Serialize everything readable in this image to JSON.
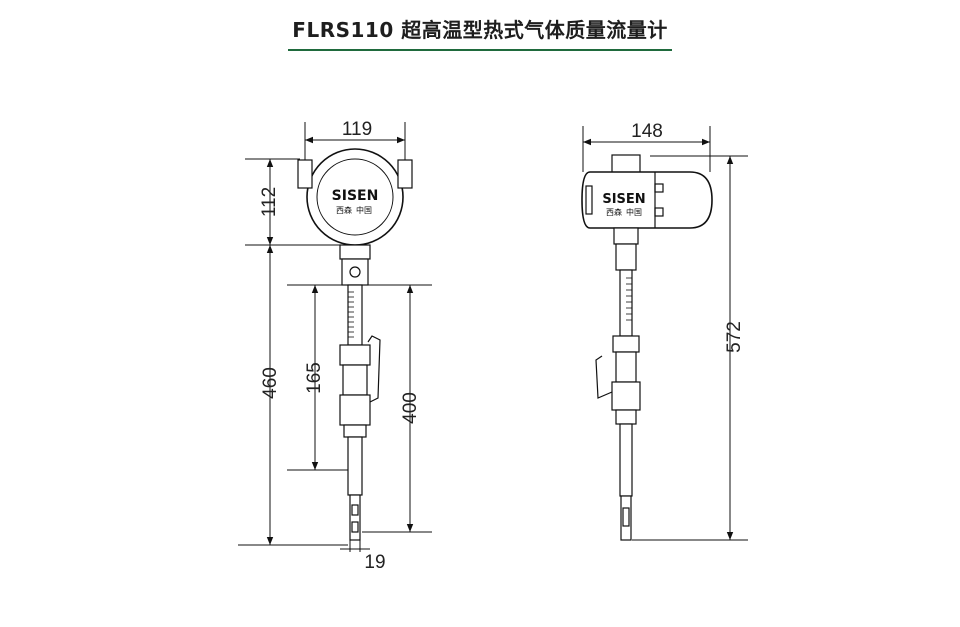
{
  "title": "FLRS110 超高温型热式气体质量流量计",
  "front_view": {
    "brand": "SISEN",
    "brand_sub": "西森",
    "brand_sub2": "中国",
    "dim_width": "119",
    "dim_head_height": "112",
    "dim_lower_height": "460",
    "dim_mid": "165",
    "dim_insertion": "400",
    "dim_probe_dia": "19"
  },
  "side_view": {
    "brand": "SISEN",
    "brand_sub": "西森",
    "brand_sub2": "中国",
    "dim_width": "148",
    "dim_total_height": "572"
  }
}
